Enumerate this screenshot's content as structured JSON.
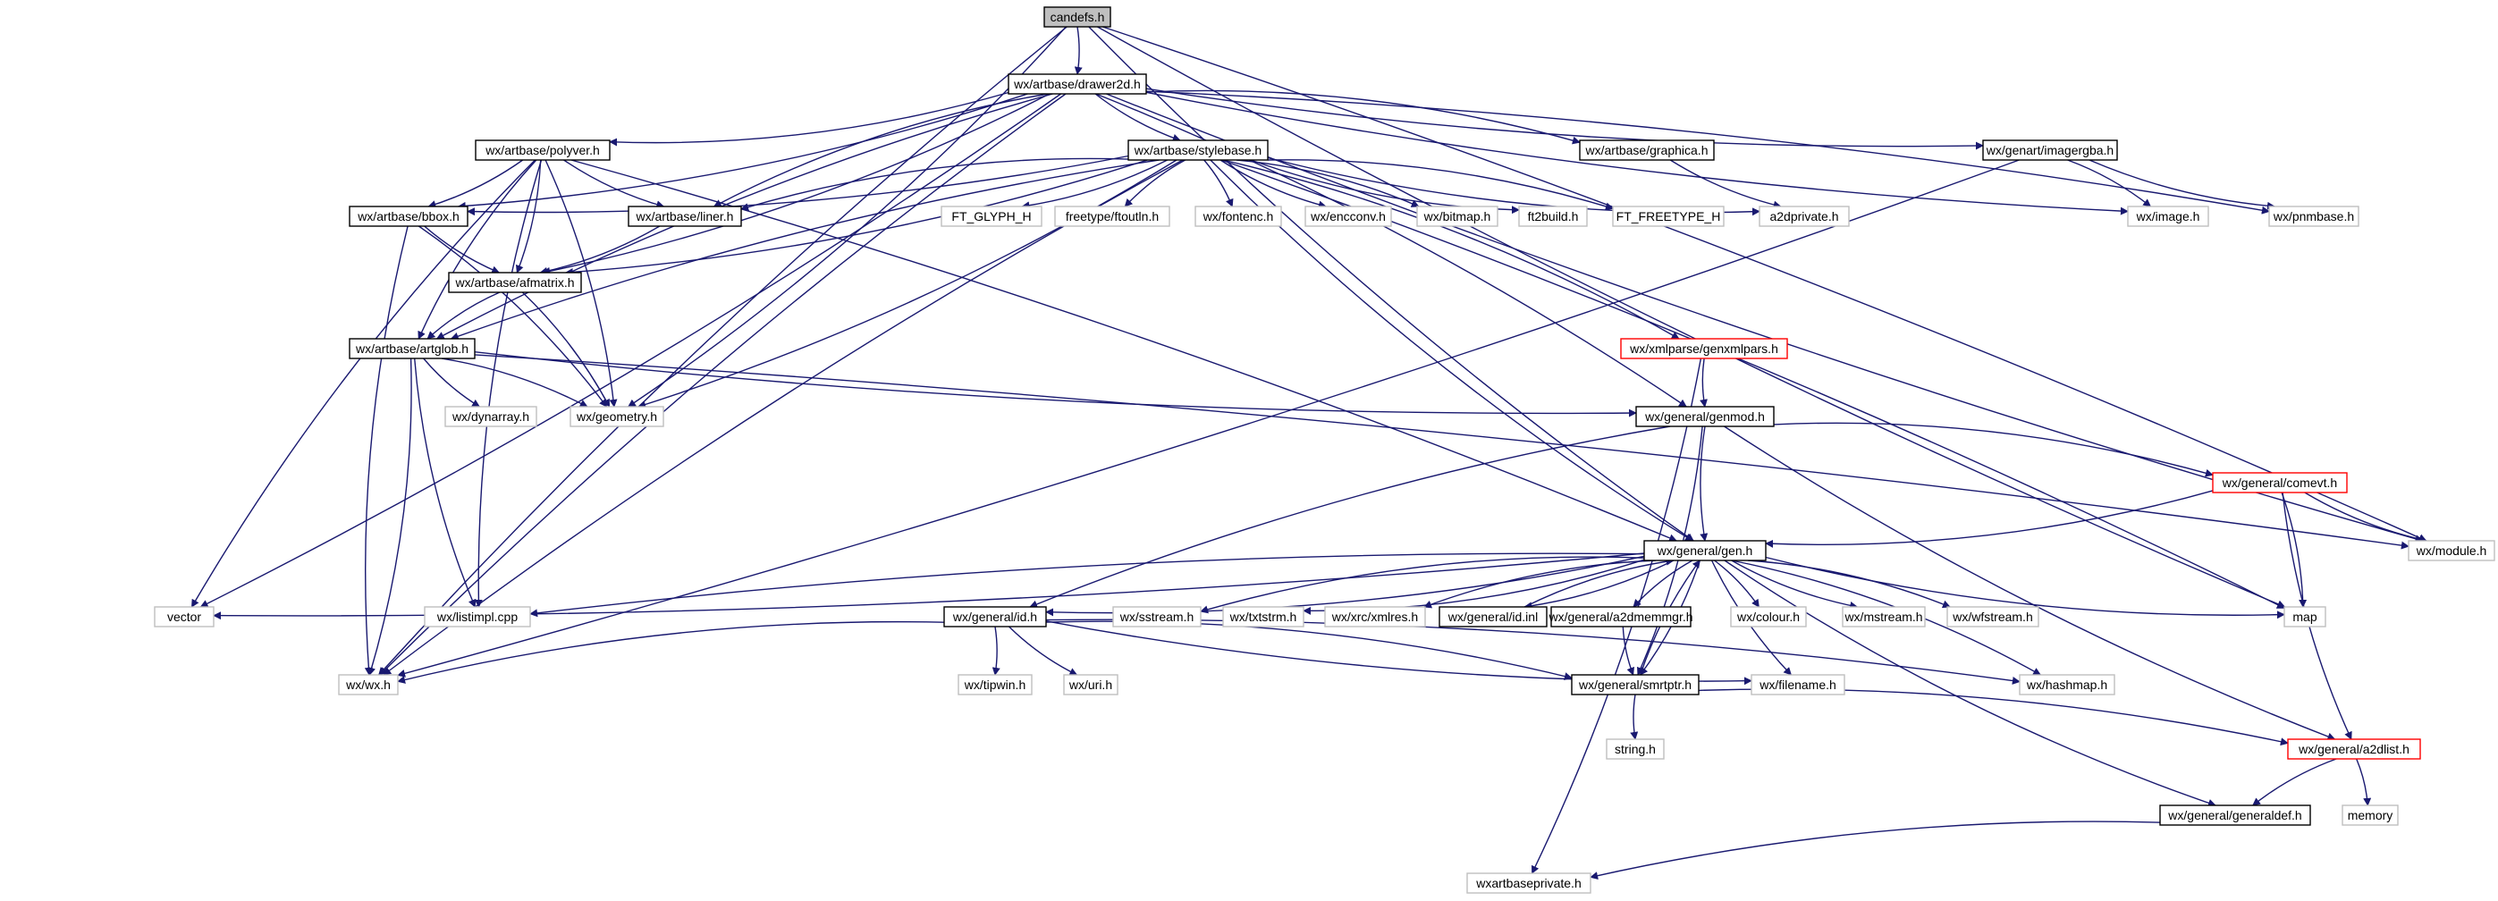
{
  "graph": {
    "nodes": [
      {
        "id": "candefs",
        "label": "candefs.h",
        "style": "root"
      },
      {
        "id": "drawer2d",
        "label": "wx/artbase/drawer2d.h",
        "style": "normal"
      },
      {
        "id": "polyver",
        "label": "wx/artbase/polyver.h",
        "style": "normal"
      },
      {
        "id": "stylebase",
        "label": "wx/artbase/stylebase.h",
        "style": "normal"
      },
      {
        "id": "graphica",
        "label": "wx/artbase/graphica.h",
        "style": "normal"
      },
      {
        "id": "imagergba",
        "label": "wx/genart/imagergba.h",
        "style": "normal"
      },
      {
        "id": "bbox",
        "label": "wx/artbase/bbox.h",
        "style": "normal"
      },
      {
        "id": "liner",
        "label": "wx/artbase/liner.h",
        "style": "normal"
      },
      {
        "id": "ftglyph",
        "label": "FT_GLYPH_H",
        "style": "grey"
      },
      {
        "id": "ftoutln",
        "label": "freetype/ftoutln.h",
        "style": "grey"
      },
      {
        "id": "fontenc",
        "label": "wx/fontenc.h",
        "style": "grey"
      },
      {
        "id": "encconv",
        "label": "wx/encconv.h",
        "style": "grey"
      },
      {
        "id": "bitmap",
        "label": "wx/bitmap.h",
        "style": "grey"
      },
      {
        "id": "ft2build",
        "label": "ft2build.h",
        "style": "grey"
      },
      {
        "id": "ftfreetype",
        "label": "FT_FREETYPE_H",
        "style": "grey"
      },
      {
        "id": "a2dprivate",
        "label": "a2dprivate.h",
        "style": "grey"
      },
      {
        "id": "image",
        "label": "wx/image.h",
        "style": "grey"
      },
      {
        "id": "pnmbase",
        "label": "wx/pnmbase.h",
        "style": "grey"
      },
      {
        "id": "afmatrix",
        "label": "wx/artbase/afmatrix.h",
        "style": "normal"
      },
      {
        "id": "artglob",
        "label": "wx/artbase/artglob.h",
        "style": "normal"
      },
      {
        "id": "genxmlpars",
        "label": "wx/xmlparse/genxmlpars.h",
        "style": "red"
      },
      {
        "id": "dynarray",
        "label": "wx/dynarray.h",
        "style": "grey"
      },
      {
        "id": "geometry",
        "label": "wx/geometry.h",
        "style": "grey"
      },
      {
        "id": "genmod",
        "label": "wx/general/genmod.h",
        "style": "normal"
      },
      {
        "id": "comevt",
        "label": "wx/general/comevt.h",
        "style": "red"
      },
      {
        "id": "module",
        "label": "wx/module.h",
        "style": "grey"
      },
      {
        "id": "gen",
        "label": "wx/general/gen.h",
        "style": "normal"
      },
      {
        "id": "vector",
        "label": "vector",
        "style": "grey"
      },
      {
        "id": "listimpl",
        "label": "wx/listimpl.cpp",
        "style": "grey"
      },
      {
        "id": "idh",
        "label": "wx/general/id.h",
        "style": "normal"
      },
      {
        "id": "sstream",
        "label": "wx/sstream.h",
        "style": "grey"
      },
      {
        "id": "txtstrm",
        "label": "wx/txtstrm.h",
        "style": "grey"
      },
      {
        "id": "xmlres",
        "label": "wx/xrc/xmlres.h",
        "style": "grey"
      },
      {
        "id": "idinl",
        "label": "wx/general/id.inl",
        "style": "normal"
      },
      {
        "id": "a2dmemmgr",
        "label": "wx/general/a2dmemmgr.h",
        "style": "normal"
      },
      {
        "id": "colour",
        "label": "wx/colour.h",
        "style": "grey"
      },
      {
        "id": "mstream",
        "label": "wx/mstream.h",
        "style": "grey"
      },
      {
        "id": "wfstream",
        "label": "wx/wfstream.h",
        "style": "grey"
      },
      {
        "id": "map",
        "label": "map",
        "style": "grey"
      },
      {
        "id": "wxh",
        "label": "wx/wx.h",
        "style": "grey"
      },
      {
        "id": "tipwin",
        "label": "wx/tipwin.h",
        "style": "grey"
      },
      {
        "id": "uri",
        "label": "wx/uri.h",
        "style": "grey"
      },
      {
        "id": "smrtptr",
        "label": "wx/general/smrtptr.h",
        "style": "normal"
      },
      {
        "id": "filename",
        "label": "wx/filename.h",
        "style": "grey"
      },
      {
        "id": "hashmap",
        "label": "wx/hashmap.h",
        "style": "grey"
      },
      {
        "id": "a2dlist",
        "label": "wx/general/a2dlist.h",
        "style": "red"
      },
      {
        "id": "stringh",
        "label": "string.h",
        "style": "grey"
      },
      {
        "id": "generaldef",
        "label": "wx/general/generaldef.h",
        "style": "normal"
      },
      {
        "id": "memory",
        "label": "memory",
        "style": "grey"
      },
      {
        "id": "wxartbaseprivate",
        "label": "wxartbaseprivate.h",
        "style": "grey"
      }
    ],
    "edges": [
      [
        "candefs",
        "drawer2d"
      ],
      [
        "candefs",
        "wxh"
      ],
      [
        "candefs",
        "geometry"
      ],
      [
        "candefs",
        "gen"
      ],
      [
        "candefs",
        "module"
      ],
      [
        "candefs",
        "map"
      ],
      [
        "drawer2d",
        "polyver"
      ],
      [
        "drawer2d",
        "stylebase"
      ],
      [
        "drawer2d",
        "graphica"
      ],
      [
        "drawer2d",
        "imagergba"
      ],
      [
        "drawer2d",
        "bbox"
      ],
      [
        "drawer2d",
        "liner"
      ],
      [
        "drawer2d",
        "afmatrix"
      ],
      [
        "drawer2d",
        "artglob"
      ],
      [
        "drawer2d",
        "genmod"
      ],
      [
        "drawer2d",
        "image"
      ],
      [
        "drawer2d",
        "pnmbase"
      ],
      [
        "drawer2d",
        "module"
      ],
      [
        "drawer2d",
        "vector"
      ],
      [
        "drawer2d",
        "wxh"
      ],
      [
        "polyver",
        "bbox"
      ],
      [
        "polyver",
        "liner"
      ],
      [
        "polyver",
        "afmatrix"
      ],
      [
        "polyver",
        "artglob"
      ],
      [
        "polyver",
        "geometry"
      ],
      [
        "polyver",
        "vector"
      ],
      [
        "polyver",
        "gen"
      ],
      [
        "polyver",
        "listimpl"
      ],
      [
        "stylebase",
        "bbox"
      ],
      [
        "stylebase",
        "liner"
      ],
      [
        "stylebase",
        "afmatrix"
      ],
      [
        "stylebase",
        "artglob"
      ],
      [
        "stylebase",
        "ftglyph"
      ],
      [
        "stylebase",
        "ftoutln"
      ],
      [
        "stylebase",
        "fontenc"
      ],
      [
        "stylebase",
        "encconv"
      ],
      [
        "stylebase",
        "bitmap"
      ],
      [
        "stylebase",
        "ft2build"
      ],
      [
        "stylebase",
        "ftfreetype"
      ],
      [
        "stylebase",
        "a2dprivate"
      ],
      [
        "stylebase",
        "genxmlpars"
      ],
      [
        "stylebase",
        "gen"
      ],
      [
        "stylebase",
        "geometry"
      ],
      [
        "stylebase",
        "wxh"
      ],
      [
        "stylebase",
        "map"
      ],
      [
        "graphica",
        "a2dprivate"
      ],
      [
        "imagergba",
        "image"
      ],
      [
        "imagergba",
        "pnmbase"
      ],
      [
        "imagergba",
        "wxh"
      ],
      [
        "bbox",
        "afmatrix"
      ],
      [
        "bbox",
        "geometry"
      ],
      [
        "bbox",
        "wxh"
      ],
      [
        "liner",
        "afmatrix"
      ],
      [
        "afmatrix",
        "artglob"
      ],
      [
        "afmatrix",
        "geometry"
      ],
      [
        "artglob",
        "dynarray"
      ],
      [
        "artglob",
        "geometry"
      ],
      [
        "artglob",
        "genmod"
      ],
      [
        "artglob",
        "module"
      ],
      [
        "artglob",
        "listimpl"
      ],
      [
        "artglob",
        "wxh"
      ],
      [
        "genxmlpars",
        "genmod"
      ],
      [
        "genxmlpars",
        "wxartbaseprivate"
      ],
      [
        "genmod",
        "gen"
      ],
      [
        "genmod",
        "comevt"
      ],
      [
        "genmod",
        "idh"
      ],
      [
        "genmod",
        "smrtptr"
      ],
      [
        "genmod",
        "a2dlist"
      ],
      [
        "comevt",
        "gen"
      ],
      [
        "comevt",
        "module"
      ],
      [
        "comevt",
        "map"
      ],
      [
        "comevt",
        "a2dlist"
      ],
      [
        "gen",
        "vector"
      ],
      [
        "gen",
        "listimpl"
      ],
      [
        "gen",
        "idh"
      ],
      [
        "gen",
        "sstream"
      ],
      [
        "gen",
        "txtstrm"
      ],
      [
        "gen",
        "xmlres"
      ],
      [
        "gen",
        "idinl"
      ],
      [
        "gen",
        "a2dmemmgr"
      ],
      [
        "gen",
        "colour"
      ],
      [
        "gen",
        "mstream"
      ],
      [
        "gen",
        "wfstream"
      ],
      [
        "gen",
        "map"
      ],
      [
        "gen",
        "smrtptr"
      ],
      [
        "gen",
        "filename"
      ],
      [
        "gen",
        "hashmap"
      ],
      [
        "gen",
        "generaldef"
      ],
      [
        "idinl",
        "gen"
      ],
      [
        "idh",
        "wxh"
      ],
      [
        "idh",
        "tipwin"
      ],
      [
        "idh",
        "uri"
      ],
      [
        "idh",
        "smrtptr"
      ],
      [
        "idh",
        "filename"
      ],
      [
        "idh",
        "hashmap"
      ],
      [
        "a2dmemmgr",
        "smrtptr"
      ],
      [
        "smrtptr",
        "gen"
      ],
      [
        "smrtptr",
        "stringh"
      ],
      [
        "smrtptr",
        "a2dlist"
      ],
      [
        "a2dlist",
        "generaldef"
      ],
      [
        "a2dlist",
        "memory"
      ],
      [
        "generaldef",
        "wxartbaseprivate"
      ]
    ]
  }
}
